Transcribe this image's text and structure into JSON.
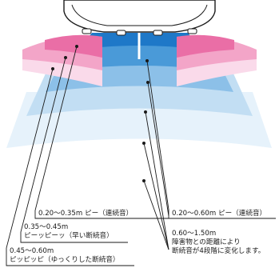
{
  "colors": {
    "car_body": "#ffffff",
    "car_outline": "#1a1a1a",
    "center_near": "#1e78c8",
    "center_mid": "#4a9ad8",
    "center_far": "#8cc0e8",
    "center_outer": "#c2def3",
    "center_outermost": "#e6f2fb",
    "corner_near": "#ea6ea6",
    "corner_mid": "#f3a5c8",
    "corner_far": "#fadaea",
    "leader_line": "#1a1a1a"
  },
  "labels": {
    "corner_near": {
      "range": "0.20～0.35m",
      "sound": "ピー（連続音）"
    },
    "corner_mid": {
      "range": "0.35～0.45m",
      "sound": "ピーッピーッ（早い断続音）"
    },
    "corner_far": {
      "range": "0.45～0.60m",
      "sound": "ピッピッピ（ゆっくりした断続音）"
    },
    "center_near": {
      "range": "0.20～0.60m",
      "sound": "ピー（連続音）"
    },
    "center_far": {
      "range": "0.60～1.50m",
      "line1": "障害物との距離により",
      "line2": "断続音が4段階に変化します。"
    }
  }
}
